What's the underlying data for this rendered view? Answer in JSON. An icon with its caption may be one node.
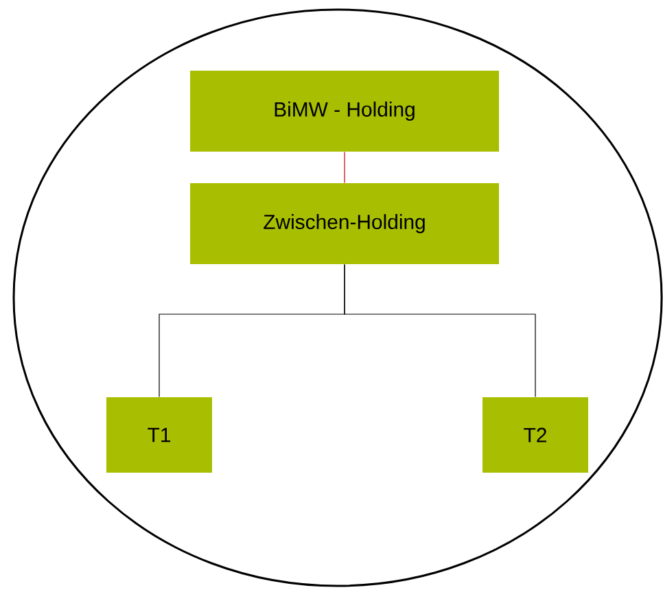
{
  "diagram": {
    "nodes": [
      {
        "text": [],
        "shape": "circle"
      },
      {
        "text": [
          "BiMW - Holding"
        ],
        "in": 0
      },
      {
        "text": [
          "Zwischen-Holding"
        ],
        "in": 0
      },
      {
        "text": [
          "T1"
        ],
        "in": 0
      },
      {
        "text": [
          "T2"
        ],
        "in": 0
      }
    ],
    "edges": [
      {
        "from": 1,
        "to": 2,
        "arrow": "none",
        "color": "#cc0000"
      },
      {
        "from": 2,
        "to": 3,
        "arrow": "none"
      },
      {
        "from": 2,
        "to": 4,
        "arrow": "none"
      }
    ]
  }
}
